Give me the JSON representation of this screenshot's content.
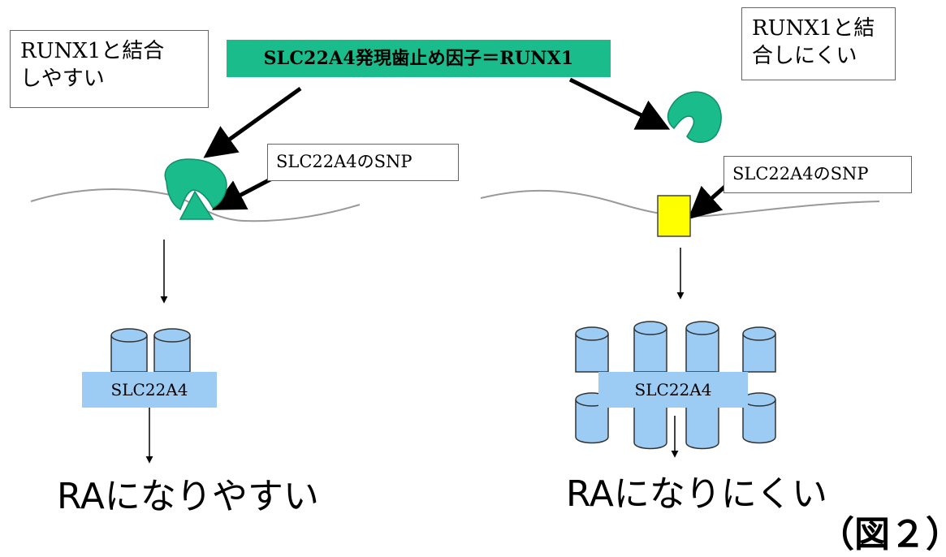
{
  "labels": {
    "binds_easily": "RUNX1と結合しやすい",
    "binds_easily_l1": "RUNX1と結合",
    "binds_easily_l2": "しやすい",
    "binds_hard_l1": "RUNX1と結",
    "binds_hard_l2": "合しにくい",
    "title_bar": "SLC22A4発現歯止め因子＝RUNX1",
    "snp_left": "SLC22A4のSNP",
    "snp_right": "SLC22A4のSNP",
    "protein_left": "SLC22A4",
    "protein_right": "SLC22A4",
    "outcome_left": "RAになりやすい",
    "outcome_right": "RAになりにくい",
    "figure_label": "（図２）"
  },
  "colors": {
    "runx1_green": "#1abc8c",
    "snp_yellow": "#ffff00",
    "protein_blue": "#9cccf4",
    "membrane": "#999999"
  }
}
